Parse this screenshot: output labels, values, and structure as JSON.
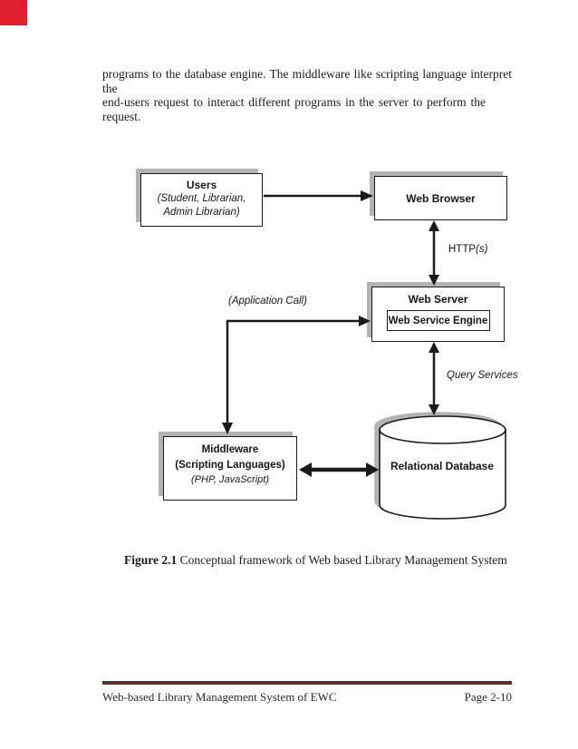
{
  "page": {
    "paragraph": {
      "line1": "programs to the database engine. The middleware like scripting language interpret the",
      "line2": "end-users request to interact different programs in the server to perform the request."
    },
    "caption": {
      "label": "Figure 2.1",
      "text": "Conceptual framework of Web based Library Management System"
    },
    "footer": {
      "left_text": "Web-based Library Management System of EWC",
      "right_text": "Page 2-10"
    }
  },
  "diagram": {
    "users": {
      "title": "Users",
      "line2": "(Student, Librarian,",
      "line3": "Admin Librarian)"
    },
    "web_browser": {
      "title": "Web Browser"
    },
    "web_server": {
      "title": "Web Server",
      "engine": "Web Service Engine"
    },
    "middleware": {
      "title": "Middleware",
      "line2": "(Scripting Languages)",
      "line3": "(PHP, JavaScript)"
    },
    "database": {
      "title": "Relational Database"
    },
    "labels": {
      "http_prefix": "HTTP",
      "http_suffix": "(s)",
      "application_call": "(Application Call)",
      "query_services": "Query Services"
    },
    "edges": [
      {
        "from": "Users",
        "to": "Web Browser",
        "type": "arrow",
        "label": ""
      },
      {
        "from": "Web Browser",
        "to": "Web Server",
        "type": "double-arrow",
        "label": "HTTP(s)"
      },
      {
        "from": "Middleware",
        "to": "Web Server",
        "type": "double-arrow",
        "label": "(Application Call)"
      },
      {
        "from": "Web Server",
        "to": "Relational Database",
        "type": "double-arrow",
        "label": "Query Services"
      },
      {
        "from": "Middleware",
        "to": "Relational Database",
        "type": "double-arrow",
        "label": ""
      }
    ],
    "colors": {
      "line": "#1a1a1a",
      "shadow": "#b3b3b3",
      "box_border": "#1a1a1a"
    }
  },
  "colors": {
    "marker_red": "#e0202e",
    "footer_rule": "#632b2b"
  }
}
